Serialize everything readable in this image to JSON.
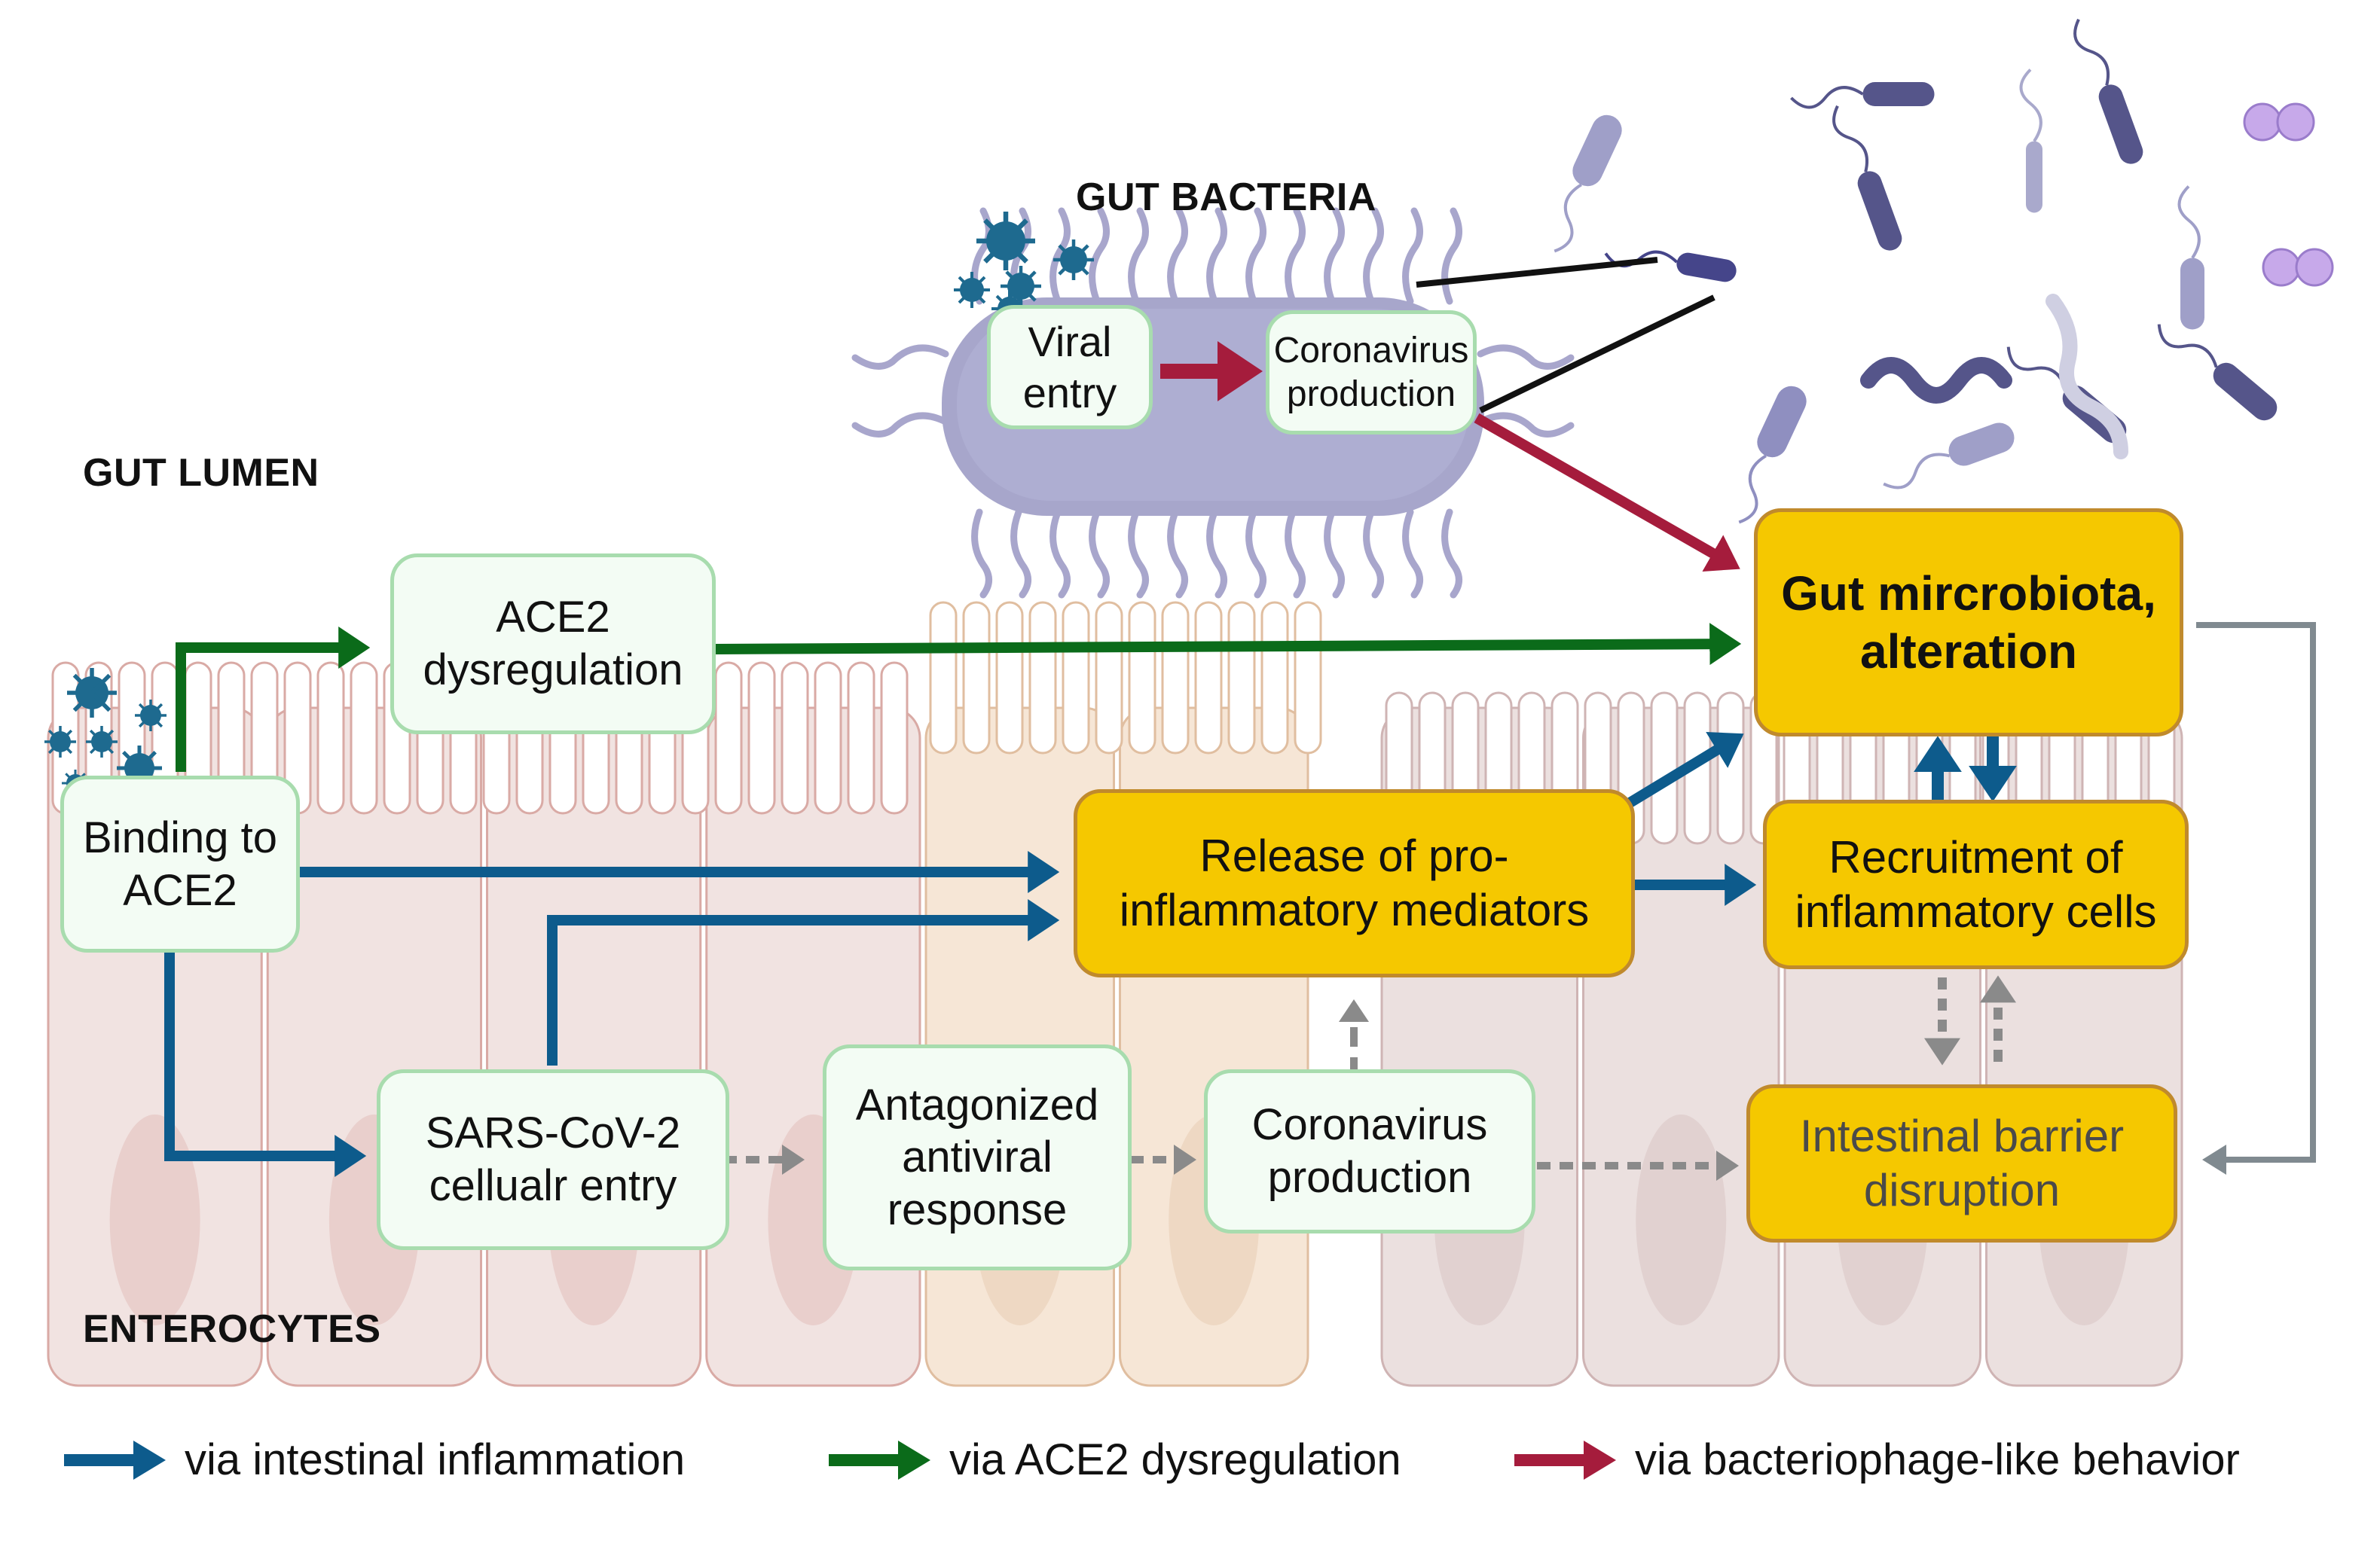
{
  "regions": {
    "gut_bacteria": "GUT BACTERIA",
    "gut_lumen": "GUT LUMEN",
    "enterocytes": "ENTEROCYTES"
  },
  "nodes": {
    "viral_entry": "Viral\nentry",
    "coronavirus_production_bacteria": "Coronavirus\nproduction",
    "ace2_dysregulation": "ACE2\ndysregulation",
    "binding_to_ace2": "Binding to\nACE2",
    "sars_cov2_entry": "SARS-CoV-2\ncellualr entry",
    "antagonized_antiviral": "Antagonized\nantiviral\nresponse",
    "coronavirus_production_cell": "Coronavirus\nproduction",
    "release_mediators": "Release of pro-\ninflammatory mediators",
    "gut_microbiota": "Gut mircrobiota,\nalteration",
    "recruitment_cells": "Recruitment of\ninflammatory cells",
    "barrier_disruption": "Intestinal barrier\ndisruption"
  },
  "legend": [
    {
      "label": "via intestinal inflammation",
      "color": "#0d5b8c"
    },
    {
      "label": "via ACE2 dysregulation",
      "color": "#0b6b1a"
    },
    {
      "label": "via bacteriophage-like behavior",
      "color": "#a51c3c"
    }
  ],
  "colors": {
    "inflammation": "#0d5b8c",
    "ace2": "#0b6b1a",
    "bacteriophage": "#a51c3c",
    "dashed": "#8a8a8a",
    "feedback": "#808a90",
    "highlight_box": "#f5c800",
    "step_box": "#f3fcf4"
  }
}
